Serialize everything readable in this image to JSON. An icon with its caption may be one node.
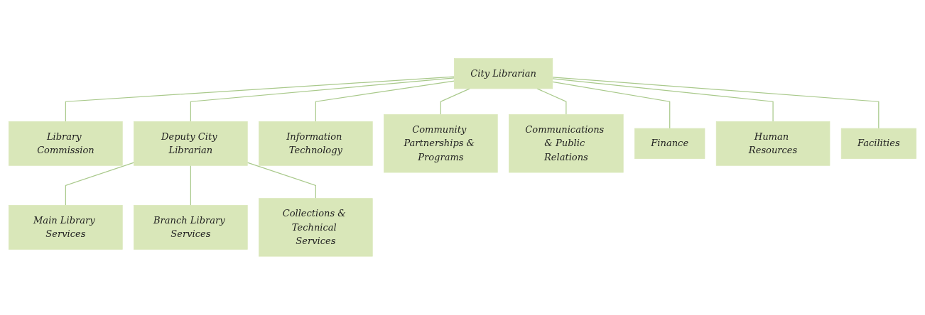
{
  "diagram": {
    "nodes": [
      {
        "text": [
          "City Librarian"
        ]
      },
      {
        "text": [
          "Library Commission"
        ]
      },
      {
        "text": [
          "Deputy City Librarian"
        ]
      },
      {
        "text": [
          "Information Technology"
        ]
      },
      {
        "text": [
          "Community Partnerships & Programs"
        ]
      },
      {
        "text": [
          "Communications & Public Relations"
        ]
      },
      {
        "text": [
          "Finance"
        ]
      },
      {
        "text": [
          "Human Resources"
        ]
      },
      {
        "text": [
          "Facilities"
        ]
      },
      {
        "text": [
          "Main Library Services"
        ]
      },
      {
        "text": [
          "Branch Library Services"
        ]
      },
      {
        "text": [
          "Collections & Technical Services"
        ]
      }
    ],
    "edges": [
      {
        "from": 0,
        "to": 1,
        "arrow": "none"
      },
      {
        "from": 0,
        "to": 2,
        "arrow": "none"
      },
      {
        "from": 0,
        "to": 3,
        "arrow": "none"
      },
      {
        "from": 0,
        "to": 4,
        "arrow": "none"
      },
      {
        "from": 0,
        "to": 5,
        "arrow": "none"
      },
      {
        "from": 0,
        "to": 6,
        "arrow": "none"
      },
      {
        "from": 0,
        "to": 7,
        "arrow": "none"
      },
      {
        "from": 0,
        "to": 8,
        "arrow": "none"
      },
      {
        "from": 2,
        "to": 9,
        "arrow": "none"
      },
      {
        "from": 2,
        "to": 10,
        "arrow": "none"
      },
      {
        "from": 2,
        "to": 11,
        "arrow": "none"
      }
    ]
  }
}
